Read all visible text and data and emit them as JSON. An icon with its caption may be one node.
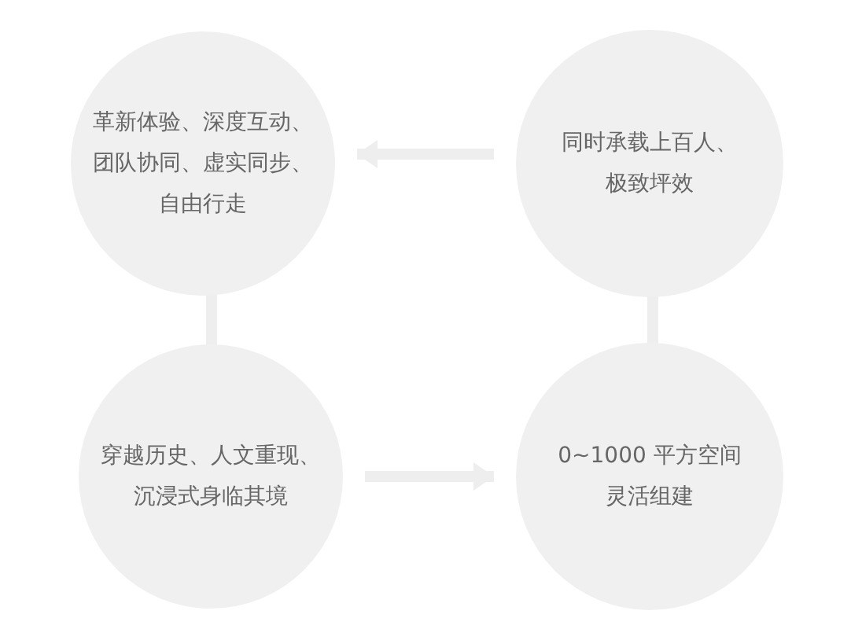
{
  "diagram": {
    "nodes": [
      {
        "text": [
          "革新体验、深度互动、团队协同、虚实同步、自由行走"
        ]
      },
      {
        "text": [
          "同时承载上百人、极致坪效"
        ]
      },
      {
        "text": [
          "穿越历史、人文重现、沉浸式身临其境"
        ]
      },
      {
        "text": [
          "0~1000 平方空间灵活组建"
        ]
      }
    ],
    "edges": [
      {
        "from": 1,
        "to": 0,
        "arrow": "to"
      },
      {
        "from": 0,
        "to": 2,
        "arrow": "none"
      },
      {
        "from": 1,
        "to": 3,
        "arrow": "none"
      },
      {
        "from": 2,
        "to": 3,
        "arrow": "to"
      }
    ]
  }
}
